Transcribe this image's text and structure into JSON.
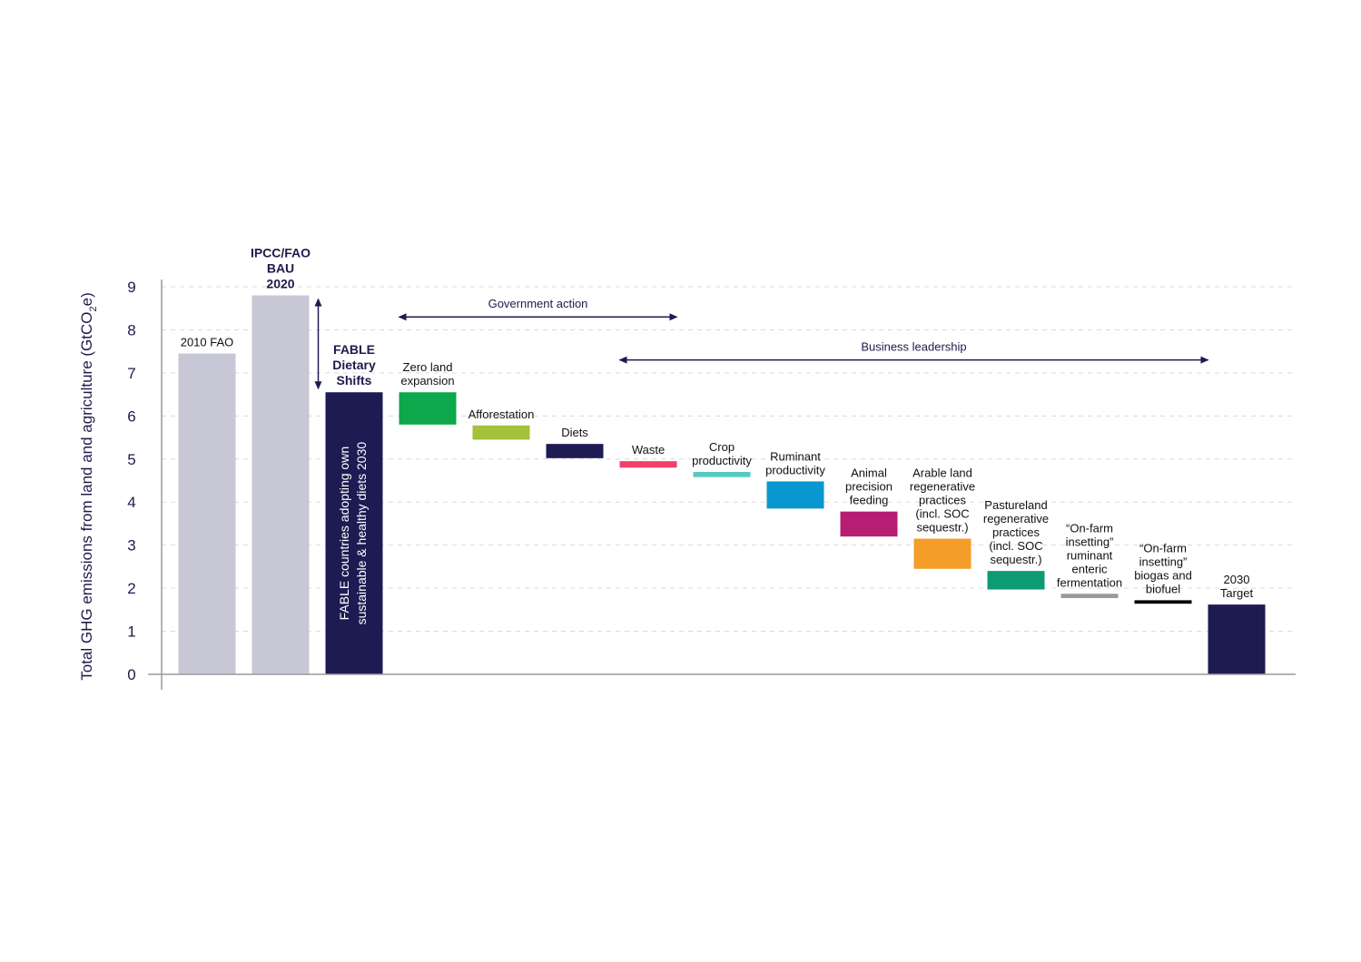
{
  "chart_data": {
    "type": "bar",
    "subtype": "waterfall",
    "ylabel_main": "Total GHG emissions from land and agriculture (GtCO",
    "ylabel_sub": "2",
    "ylabel_end": "e)",
    "ylim": [
      0,
      9
    ],
    "yticks": [
      "0",
      "1",
      "2",
      "3",
      "4",
      "5",
      "6",
      "7",
      "8",
      "9"
    ],
    "grid": true,
    "bars": [
      {
        "label": [
          "2010 FAO"
        ],
        "bold": false,
        "start": 0,
        "end": 7.45,
        "color": "#c8c7d6"
      },
      {
        "label": [
          "IPCC/FAO",
          "BAU",
          "2020"
        ],
        "bold": true,
        "start": 0,
        "end": 8.8,
        "color": "#c8c7d6"
      },
      {
        "label": [
          "FABLE",
          "Dietary",
          "Shifts"
        ],
        "bold": true,
        "start": 0,
        "end": 6.55,
        "color": "#1d1b52",
        "inner_text": [
          "FABLE countries adopting own",
          "sustainable & healthy diets 2030"
        ]
      },
      {
        "label": [
          "Zero land",
          "expansion"
        ],
        "bold": false,
        "start": 6.55,
        "end": 5.8,
        "color": "#0da84b"
      },
      {
        "label": [
          "Afforestation"
        ],
        "bold": false,
        "start": 5.78,
        "end": 5.45,
        "color": "#a3c13b"
      },
      {
        "label": [
          "Diets"
        ],
        "bold": false,
        "start": 5.35,
        "end": 5.02,
        "color": "#1d1b52"
      },
      {
        "label": [
          "Waste"
        ],
        "bold": false,
        "start": 4.95,
        "end": 4.8,
        "color": "#f1406b"
      },
      {
        "label": [
          "Crop",
          "productivity"
        ],
        "bold": false,
        "start": 4.7,
        "end": 4.58,
        "color": "#58c9c0"
      },
      {
        "label": [
          "Ruminant",
          "productivity"
        ],
        "bold": false,
        "start": 4.48,
        "end": 3.85,
        "color": "#0a96cf"
      },
      {
        "label": [
          "Animal",
          "precision",
          "feeding"
        ],
        "bold": false,
        "start": 3.78,
        "end": 3.2,
        "color": "#b81d74"
      },
      {
        "label": [
          "Arable land",
          "regenerative",
          "practices",
          "(incl. SOC",
          "sequestr.)"
        ],
        "bold": false,
        "start": 3.15,
        "end": 2.45,
        "color": "#f49d28"
      },
      {
        "label": [
          "Pastureland",
          "regenerative",
          "practices",
          "(incl. SOC",
          "sequestr.)"
        ],
        "bold": false,
        "start": 2.4,
        "end": 1.97,
        "color": "#0e9b74"
      },
      {
        "label": [
          "“On-farm",
          "insetting”",
          "ruminant",
          "enteric",
          "fermentation"
        ],
        "bold": false,
        "start": 1.87,
        "end": 1.77,
        "color": "#9a9a9a"
      },
      {
        "label": [
          "“On-farm",
          "insetting”",
          "biogas and",
          "biofuel"
        ],
        "bold": false,
        "start": 1.72,
        "end": 1.64,
        "color": "#000000"
      },
      {
        "label": [
          "2030",
          "Target"
        ],
        "bold": false,
        "start": 0,
        "end": 1.62,
        "color": "#1d1b52"
      }
    ],
    "annotations": [
      {
        "text": "Government action",
        "from_bar": 3,
        "to_bar": 6,
        "y": 8.3
      },
      {
        "text": "Business leadership",
        "from_bar": 6,
        "to_bar": 14,
        "y": 7.3
      }
    ],
    "colors": {
      "axis": "#9a9a9a",
      "grid": "#d9d9d9",
      "text_dark": "#1e1b4b",
      "arrow": "#1d1b52"
    }
  }
}
